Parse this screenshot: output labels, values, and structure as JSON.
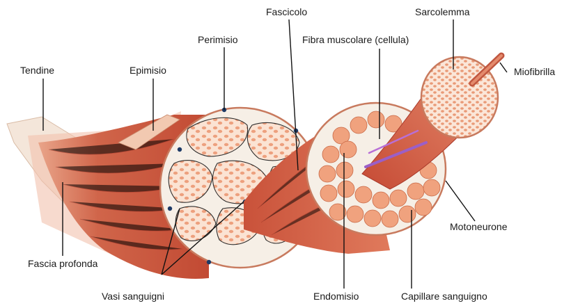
{
  "diagram": {
    "labels": {
      "tendine": "Tendine",
      "epimisio": "Epimisio",
      "perimisio": "Perimisio",
      "fascicolo": "Fascicolo",
      "fibra": "Fibra muscolare (cellula)",
      "sarcolemma": "Sarcolemma",
      "miofibrilla": "Miofibrilla",
      "fascia": "Fascia profonda",
      "vasi": "Vasi sanguigni",
      "endomisio": "Endomisio",
      "capillare": "Capillare sanguigno",
      "motoneurone": "Motoneurone"
    },
    "colors": {
      "muscle_dark": "#c8503a",
      "muscle_light": "#e8866a",
      "fiber": "#f0a27e",
      "fiber_edge": "#d9784f",
      "connective": "#f6efe6",
      "tendon": "#f3e3d6",
      "vessel": "#1d3a66",
      "nerve": "#9b5fc7"
    }
  }
}
